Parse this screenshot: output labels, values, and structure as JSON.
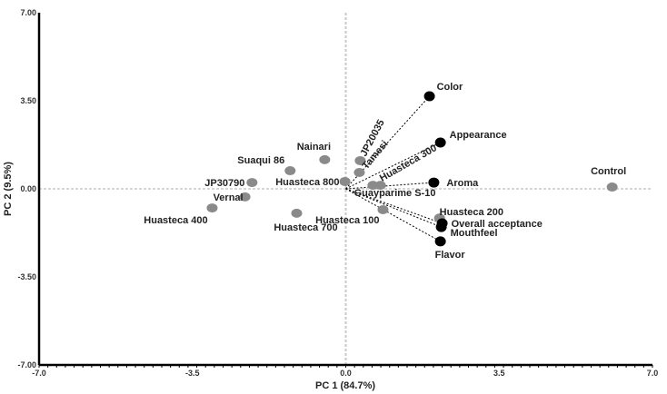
{
  "chart_data": {
    "type": "scatter",
    "title": "",
    "xlabel": "PC 1 (84.7%)",
    "ylabel": "PC 2 (9.5%)",
    "xlim": [
      -7,
      7
    ],
    "ylim": [
      -7,
      7
    ],
    "xticks": [
      "-7.0",
      "-3.5",
      "0.0",
      "3.5",
      "7.0"
    ],
    "yticks": [
      "7.00",
      "3.50",
      "0.00",
      "-3.50",
      "-7.00"
    ],
    "xtick_values": [
      -7,
      -3.5,
      0,
      3.5,
      7
    ],
    "ytick_values": [
      7,
      3.5,
      0,
      -3.5,
      -7
    ],
    "colors": {
      "samples": "#8a8a8a",
      "attributes": "#000000",
      "reference": "#c8c8c8"
    },
    "samples": [
      {
        "name": "Control",
        "x": 6.08,
        "y": 0.07
      },
      {
        "name": "Nainari",
        "x": -0.48,
        "y": 1.16
      },
      {
        "name": "Suaqui 86",
        "x": -1.27,
        "y": 0.72
      },
      {
        "name": "JP30790",
        "x": -2.14,
        "y": 0.25
      },
      {
        "name": "Huasteca 800",
        "x": -0.02,
        "y": 0.29
      },
      {
        "name": "Vernal",
        "x": -2.3,
        "y": -0.32
      },
      {
        "name": "Huasteca 400",
        "x": -3.05,
        "y": -0.76
      },
      {
        "name": "Huasteca 700",
        "x": -1.12,
        "y": -0.97
      },
      {
        "name": "JP20035",
        "x": 0.33,
        "y": 1.12
      },
      {
        "name": "Tamesi",
        "x": 0.31,
        "y": 0.65
      },
      {
        "name": "Huasteca 300",
        "x": 0.62,
        "y": 0.14
      },
      {
        "name": "Guayparime S-10",
        "x": 0.79,
        "y": 0.14
      },
      {
        "name": "Huasteca 100",
        "x": 0.85,
        "y": -0.83
      },
      {
        "name": "Huasteca 200",
        "x": 2.14,
        "y": -1.16
      }
    ],
    "attributes": [
      {
        "name": "Color",
        "x": 1.91,
        "y": 3.68
      },
      {
        "name": "Appearance",
        "x": 2.16,
        "y": 1.84
      },
      {
        "name": "Aroma",
        "x": 2.01,
        "y": 0.25
      },
      {
        "name": "Overall acceptance",
        "x": 2.2,
        "y": -1.37
      },
      {
        "name": "Mouthfeel",
        "x": 2.18,
        "y": -1.52
      },
      {
        "name": "Flavor",
        "x": 2.16,
        "y": -2.09
      }
    ]
  }
}
